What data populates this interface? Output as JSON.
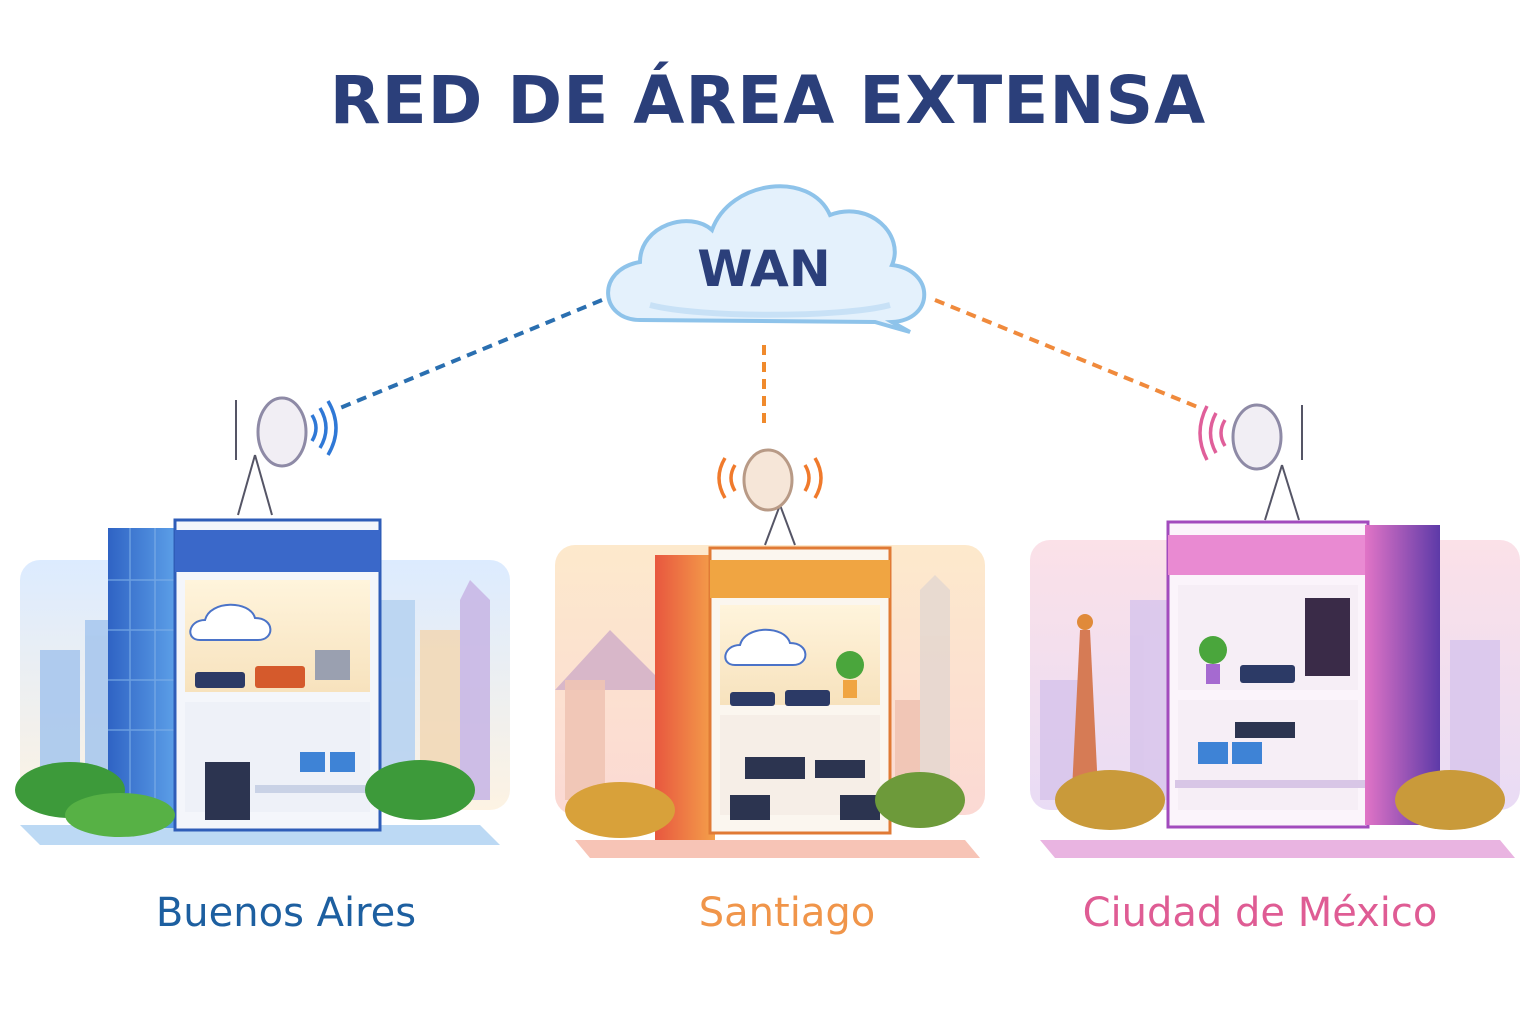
{
  "title": "RED DE ÁREA EXTENSA",
  "cloud": {
    "label": "WAN"
  },
  "sites": [
    {
      "city": "Buenos Aires",
      "color": "#1d5fa0",
      "link_color": "#2a6fb0",
      "theme": "blue"
    },
    {
      "city": "Santiago",
      "color": "#f0954a",
      "link_color": "#f08a2c",
      "theme": "orange"
    },
    {
      "city": "Ciudad de México",
      "color": "#df5c94",
      "link_color": "#f08a3c",
      "theme": "purple"
    }
  ],
  "colors": {
    "title": "#2b3f7a",
    "wan_text": "#2b3f7a",
    "cloud_fill": "#e4f1fc",
    "cloud_stroke": "#8ec3ea"
  }
}
